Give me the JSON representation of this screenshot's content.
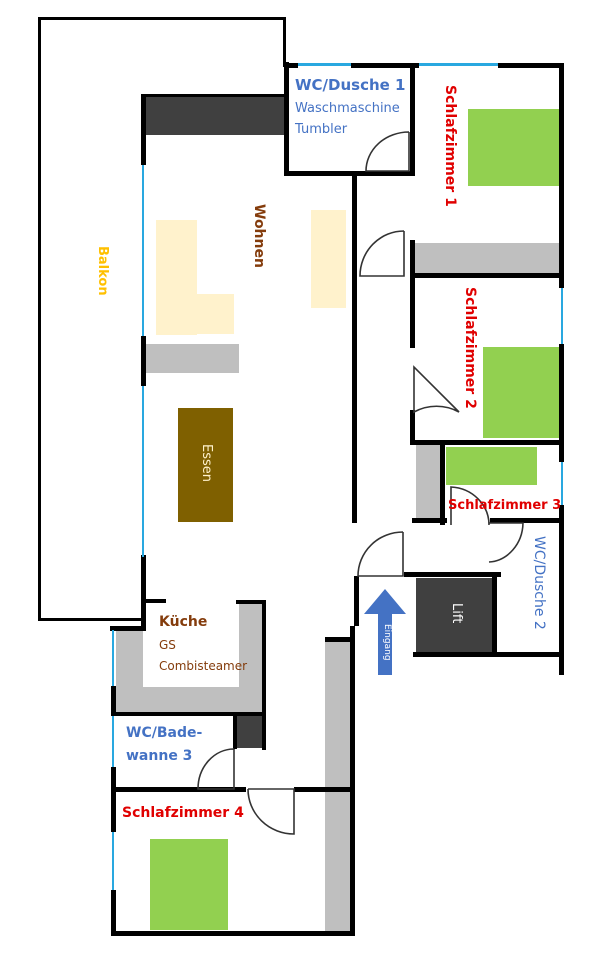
{
  "colors": {
    "wall": "#000000",
    "window": "#29a8e0",
    "bed": "#92d050",
    "cabinet": "#bfbfbf",
    "shaft": "#404040",
    "sofa": "#fff2cc",
    "table": "#7f6000",
    "arrow": "#4472c4",
    "bedroom_label": "#e00000",
    "bath_label": "#4472c4",
    "living_label": "#843c0c",
    "kitchen_label": "#843c0c",
    "balcony_label": "#ffc000"
  },
  "rooms": {
    "balkon": {
      "label": "Balkon"
    },
    "wohnen": {
      "label": "Wohnen"
    },
    "essen": {
      "label": "Essen"
    },
    "wc_dusche_1": {
      "label": "WC/Dusche 1",
      "items": [
        "Waschmaschine",
        "Tumbler"
      ]
    },
    "schlafzimmer_1": {
      "label": "Schlafzimmer 1"
    },
    "schlafzimmer_2": {
      "label": "Schlafzimmer 2"
    },
    "schlafzimmer_3": {
      "label": "Schlafzimmer 3"
    },
    "schlafzimmer_4": {
      "label": "Schlafzimmer 4"
    },
    "wc_dusche_2": {
      "label": "WC/Dusche 2"
    },
    "lift": {
      "label": "Lift"
    },
    "eingang": {
      "label": "Eingang"
    },
    "kueche": {
      "label": "Küche",
      "items": [
        "GS",
        "Combisteamer"
      ]
    },
    "wc_badewanne_3": {
      "label_line1": "WC/Bade-",
      "label_line2": "wanne 3"
    }
  }
}
